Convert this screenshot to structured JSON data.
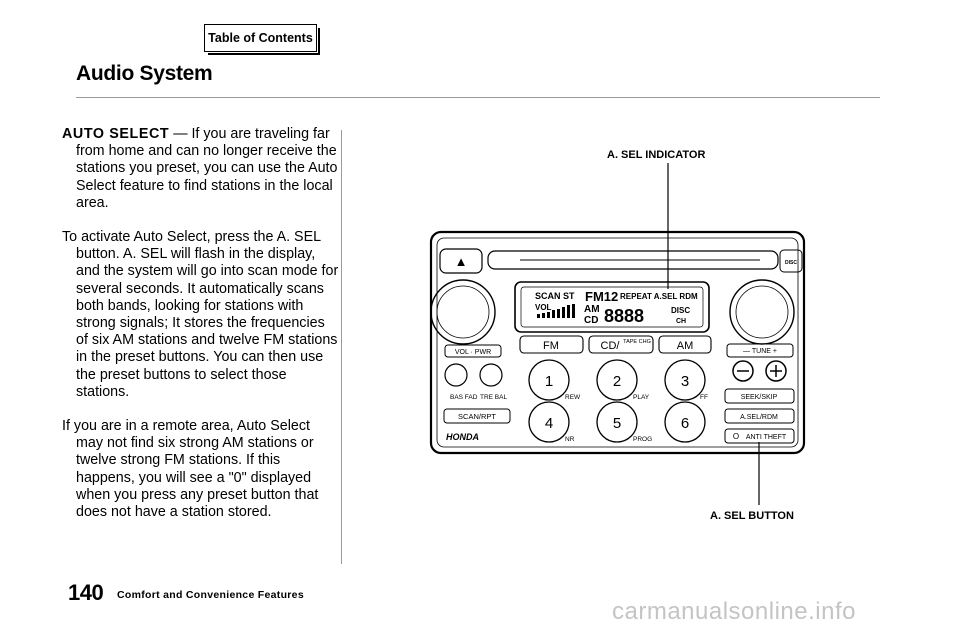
{
  "toc_button": "Table of Contents",
  "section_title": "Audio System",
  "paragraphs": {
    "p1_lead": "AUTO SELECT",
    "p1_body": " — If you are traveling far from home and can no longer receive the stations you preset, you can use the Auto Select feature to find stations in the local area.",
    "p2": "To activate Auto Select, press the A. SEL button. A. SEL will flash in the display, and the system will go into scan mode for several seconds. It automatically scans both bands, looking for stations with strong signals; It stores the frequencies of six AM stations and twelve FM stations in the preset buttons. You can then use the preset buttons to select those stations.",
    "p3": "If you are in a remote area, Auto Select may not find six strong AM stations or twelve strong FM stations. If this happens, you will see a \"0\" displayed when you press any preset button that does not have a station stored."
  },
  "callouts": {
    "indicator": "A. SEL INDICATOR",
    "button": "A. SEL BUTTON"
  },
  "radio": {
    "eject_symbol": "▲",
    "display": {
      "scan_st": "SCAN ST",
      "fm12": "FM12",
      "repeat_asel_rdm": "REPEAT A.SEL RDM",
      "vol": "VOL",
      "am": "AM",
      "cd": "CD",
      "digits": "8888",
      "disc": "DISC",
      "ch": "CH"
    },
    "vol_pwr": "VOL · PWR",
    "bas_fad": "BAS\nFAD",
    "tre_bal": "TRE\nBAL",
    "scan_rpt": "SCAN/RPT",
    "brand": "HONDA",
    "band_buttons": {
      "fm": "FM",
      "cd": "CD/",
      "tape": "TAPE\nCHG",
      "am": "AM"
    },
    "presets": [
      {
        "num": "1",
        "label": "REW"
      },
      {
        "num": "2",
        "label": "PLAY"
      },
      {
        "num": "3",
        "label": "FF"
      },
      {
        "num": "4",
        "label": "NR"
      },
      {
        "num": "5",
        "label": "PROG"
      },
      {
        "num": "6",
        "label": ""
      }
    ],
    "tune": "— TUNE +",
    "seek_skip": "SEEK/SKIP",
    "asel_rdm": "A.SEL/RDM",
    "anti_theft": "ANTI THEFT",
    "anti_theft_ring": "O",
    "disc_slot_label": "DISC"
  },
  "footer": {
    "page_number": "140",
    "section": "Comfort and Convenience Features"
  },
  "watermark": "carmanualsonline.info"
}
